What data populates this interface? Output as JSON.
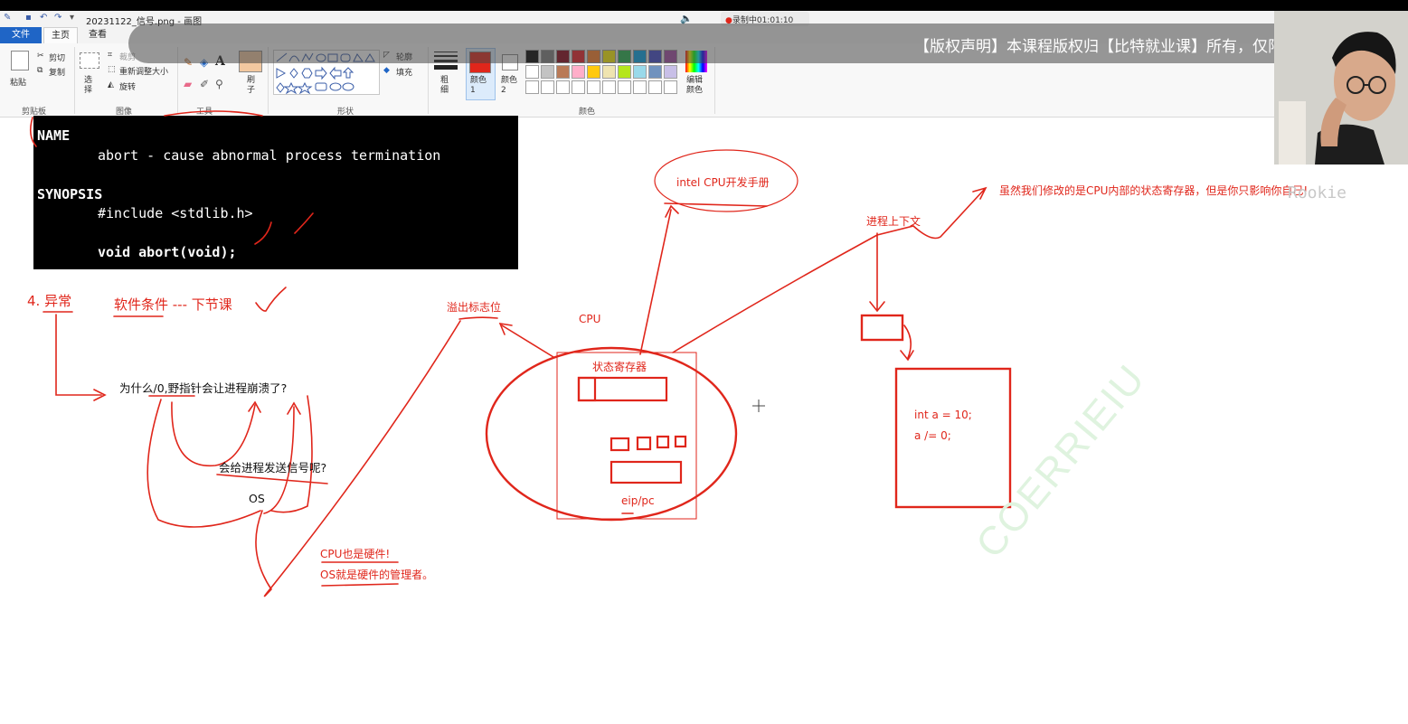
{
  "window": {
    "title": "20231122_信号.png - 画图",
    "recording": "录制中01:01:10"
  },
  "tabs": [
    {
      "label": "文件"
    },
    {
      "label": "主页"
    },
    {
      "label": "查看"
    }
  ],
  "ribbon": {
    "clipboard": {
      "paste": "粘贴",
      "cut": "剪切",
      "copy": "复制",
      "group": "剪贴板"
    },
    "image": {
      "select": "选择",
      "crop": "裁剪",
      "resize": "重新调整大小",
      "rotate": "旋转",
      "group": "图像"
    },
    "tools": {
      "brush": "刷子",
      "group": "工具"
    },
    "shapes": {
      "outline": "轮廓",
      "fill": "填充",
      "group": "形状"
    },
    "size": {
      "label": "粗细"
    },
    "colors": {
      "color1": "颜色 1",
      "color2": "颜色 2",
      "edit": "编辑颜色",
      "group": "颜色",
      "color1_value": "#e0261b",
      "color2_value": "#ffffff",
      "palette_row1": [
        "#000000",
        "#7f7f7f",
        "#880015",
        "#ed1c24",
        "#ff7f27",
        "#fff200",
        "#22b14c",
        "#00a2e8",
        "#3f48cc",
        "#a349a4"
      ],
      "palette_row2": [
        "#ffffff",
        "#c3c3c3",
        "#b97a57",
        "#ffaec9",
        "#ffc90e",
        "#efe4b0",
        "#b5e61d",
        "#99d9ea",
        "#7092be",
        "#c8bfe7"
      ]
    }
  },
  "overlay": {
    "copyright": "【版权声明】本课程版权归【比特就业课】所有，仅限个人学习",
    "rookie": "Rookie",
    "diagonal": "COERRIEIU"
  },
  "terminal": {
    "name_heading": "NAME",
    "name_line": "abort - cause abnormal process termination",
    "synopsis_heading": "SYNOPSIS",
    "include_line": "#include <stdlib.h>",
    "decl_line": "void abort(void);"
  },
  "notes": {
    "exception": "4. 异常",
    "software": "软件条件 --- 下节课",
    "why": "为什么/0,野指针会让进程崩溃了?",
    "send_signal": "会给进程发送信号呢?",
    "os": "OS",
    "cpu_hw": "CPU也是硬件!",
    "os_manager": "OS就是硬件的管理者。",
    "overflow": "溢出标志位",
    "cpu": "CPU",
    "status_reg": "状态寄存器",
    "eip": "eip/pc",
    "intel": "intel CPU开发手册",
    "context": "进程上下文",
    "only_self": "虽然我们修改的是CPU内部的状态寄存器，但是你只影响你自己!",
    "code1": "int a = 10;",
    "code2": "a  /= 0;"
  }
}
